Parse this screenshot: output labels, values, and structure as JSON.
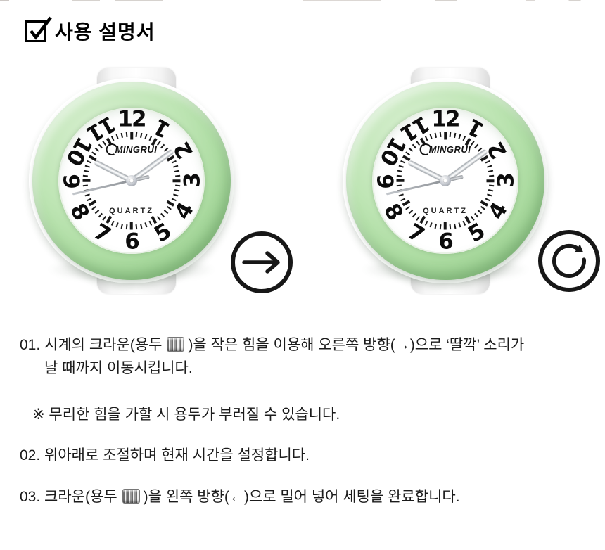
{
  "header": {
    "title": "사용 설명서",
    "checkbox_icon": "checked-checkbox"
  },
  "watch": {
    "brand": "MINGRUI",
    "movement_label": "QUARTZ",
    "numerals": [
      "12",
      "1",
      "2",
      "3",
      "4",
      "5",
      "6",
      "7",
      "8",
      "9",
      "10",
      "11"
    ],
    "hands": {
      "hour_deg": 297,
      "minute_deg": 54,
      "second_deg": 257
    },
    "colors": {
      "bezel_green": "#b9e2b0",
      "dial": "#ffffff",
      "numerals": "#0c0c0c",
      "strap": "#f6f6f6",
      "hands_silver": "#c3c7ce"
    },
    "instances": [
      {
        "id": "watch-1",
        "crown_state": "pushed-in",
        "step_icon": "circle-arrow-right"
      },
      {
        "id": "watch-2",
        "crown_state": "pulled-out",
        "step_icon": "circle-rotate-clockwise"
      }
    ]
  },
  "icons": {
    "arrow_right_circle": "circle-arrow-right",
    "rotate_clockwise_circle": "circle-rotate-clockwise",
    "inline_crown": "watch-crown-knurled"
  },
  "instructions": {
    "step1": {
      "number": "01.",
      "text_before_icon": "시계의 크라운(용두",
      "text_after_icon": ")을 작은 힘을 이용해 오른쪽 방향(→)으로 ‘딸깍’ 소리가",
      "line2": "날 때까지 이동시킵니다."
    },
    "note": {
      "text": "※ 무리한 힘을 가할 시 용두가 부러질 수 있습니다."
    },
    "step2": {
      "number": "02.",
      "text": "위아래로 조절하며 현재 시간을 설정합니다."
    },
    "step3": {
      "number": "03.",
      "text_before_icon": "크라운(용두",
      "text_after_icon": ")을 왼쪽 방향(←)으로 밀어 넣어 세팅을 완료합니다."
    }
  }
}
